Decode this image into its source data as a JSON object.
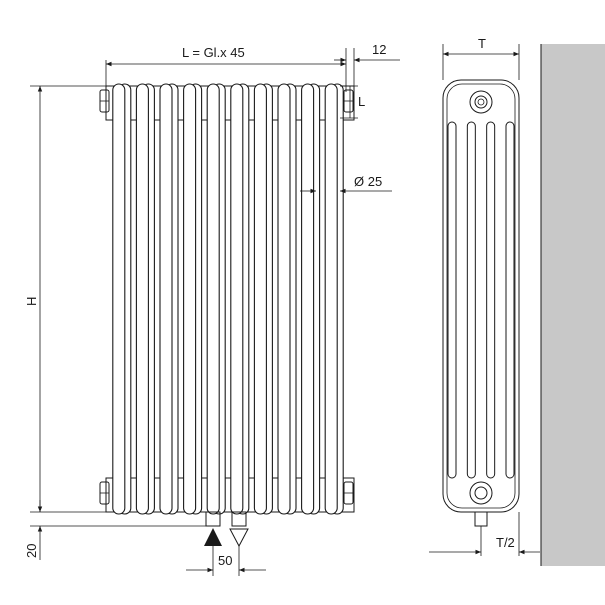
{
  "drawing": {
    "front_view": {
      "width_label": "L = Gl.x 45",
      "offset_label": "12",
      "connection_label": "L",
      "diameter_label": "Ø 25",
      "height_label": "H",
      "bottom_label": "20",
      "spacing_label": "50",
      "column_count": 10
    },
    "side_view": {
      "depth_label": "T",
      "half_depth_label": "T/2",
      "slot_count": 4
    },
    "wall_color": "#c8c8c8"
  }
}
